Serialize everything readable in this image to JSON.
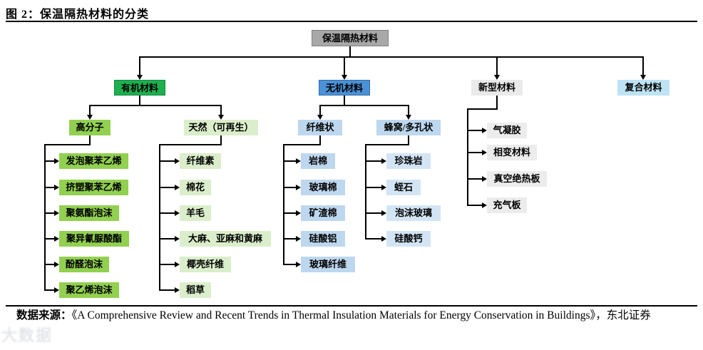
{
  "figure": {
    "title": "图 2：保温隔热材料的分类",
    "root_label": "保温隔热材料"
  },
  "level1": {
    "organic": "有机材料",
    "inorganic": "无机材料",
    "novel": "新型材料",
    "composite": "复合材料"
  },
  "level2": {
    "polymer": "高分子",
    "natural": "天然（可再生）",
    "fibrous": "纤维状",
    "cellular": "蜂窝/多孔状"
  },
  "items": {
    "polymer": [
      "发泡聚苯乙烯",
      "挤塑聚苯乙烯",
      "聚氨酯泡沫",
      "聚异氰脲酸酯",
      "酚醛泡沫",
      "聚乙烯泡沫"
    ],
    "natural": [
      "纤维素",
      "棉花",
      "羊毛",
      "大麻、亚麻和黄麻",
      "椰壳纤维",
      "稻草"
    ],
    "fibrous": [
      "岩棉",
      "玻璃棉",
      "矿渣棉",
      "硅酸铝",
      "玻璃纤维"
    ],
    "cellular": [
      "珍珠岩",
      "蛭石",
      "泡沫玻璃",
      "硅酸钙"
    ],
    "novel": [
      "气凝胶",
      "相变材料",
      "真空绝热板",
      "充气板"
    ]
  },
  "source": {
    "prefix": "数据来源：",
    "text": "《A Comprehensive Review and Recent Trends in Thermal Insulation Materials for Energy Conservation in Buildings》，东北证券"
  },
  "watermark": "大数据",
  "colors": {
    "root_fill": "#a8a8a8",
    "organic_fill": "#1eaf50",
    "inorganic_fill": "#4b91d6",
    "novel_fill": "#eaeaea",
    "composite_fill": "#bee3f4",
    "polymer_fill": "#92d050",
    "natural_fill": "#dbeecb",
    "fibrous_fill": "#bdd7ee",
    "cellular_fill": "#d3e5f5",
    "line": "#000000"
  }
}
